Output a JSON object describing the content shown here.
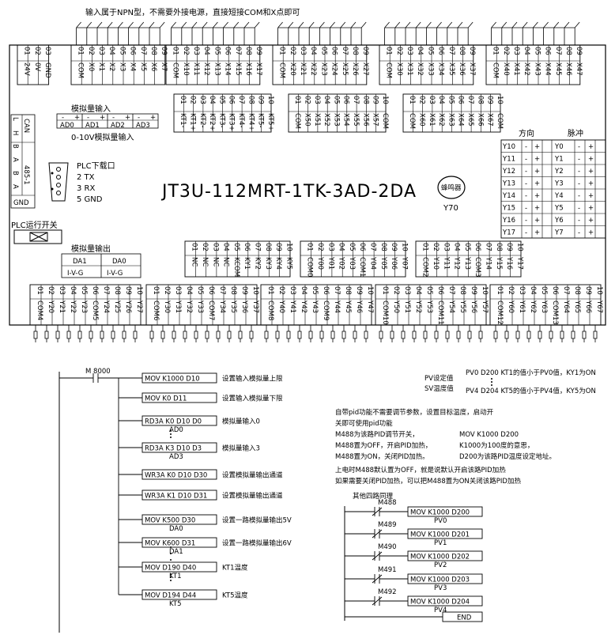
{
  "top_note": "输入属于NPN型，不需要外接电源，直接短接COM和X点即可",
  "model": "JT3U-112MRT-1TK-3AD-2DA",
  "buzzer": {
    "label": "蜂鸣器",
    "output": "Y70"
  },
  "analog_in": {
    "title": "模拟量输入",
    "caption": "0-10V模拟量输入",
    "signs": [
      "-",
      "+",
      "-",
      "+",
      "-",
      "+",
      "-",
      "+"
    ],
    "channels": [
      "AD0",
      "AD1",
      "AD2",
      "AD3"
    ]
  },
  "analog_out": {
    "title": "模拟量输出",
    "channels": [
      "DA1",
      "DA0"
    ],
    "signal": "I-V-G"
  },
  "can_block": {
    "rows": [
      [
        "L",
        "CAN"
      ],
      [
        "H",
        "CAN"
      ],
      [
        "B",
        "485-1"
      ],
      [
        "A",
        "485-1"
      ],
      [
        "B",
        "485-1"
      ],
      [
        "A",
        "485-1"
      ]
    ],
    "gnd": "GND"
  },
  "plc_download": {
    "title": "PLC下载口",
    "pins": [
      "2 TX",
      "3 RX",
      "5 GND"
    ]
  },
  "run_switch": "PLC运行开关",
  "pulse_table": {
    "header_dir": "方向",
    "header_pulse": "脉冲",
    "rows": [
      [
        "Y10",
        "-",
        "+",
        "Y0",
        "-",
        "+"
      ],
      [
        "Y11",
        "-",
        "+",
        "Y1",
        "-",
        "+"
      ],
      [
        "Y12",
        "-",
        "+",
        "Y2",
        "-",
        "+"
      ],
      [
        "Y13",
        "-",
        "+",
        "Y3",
        "-",
        "+"
      ],
      [
        "Y14",
        "-",
        "+",
        "Y4",
        "-",
        "+"
      ],
      [
        "Y15",
        "-",
        "+",
        "Y5",
        "-",
        "+"
      ],
      [
        "Y16",
        "-",
        "+",
        "Y6",
        "-",
        "+"
      ],
      [
        "Y17",
        "-",
        "+",
        "Y7",
        "-",
        "+"
      ]
    ]
  },
  "top_terminals": [
    {
      "nums": [
        "01",
        "02",
        "03"
      ],
      "labels": [
        "24V",
        "0V",
        "GND"
      ]
    },
    {
      "nums": [
        "01",
        "02",
        "03",
        "04",
        "05",
        "06",
        "07",
        "08",
        "09"
      ],
      "labels": [
        "COM",
        "X0",
        "X1",
        "X2",
        "X3",
        "X4",
        "X5",
        "X6",
        "X7"
      ]
    },
    {
      "nums": [
        "01",
        "02",
        "03",
        "04",
        "05",
        "06",
        "07",
        "08",
        "09"
      ],
      "labels": [
        "COM",
        "X10",
        "X11",
        "X12",
        "X13",
        "X14",
        "X15",
        "X16",
        "X17"
      ]
    },
    {
      "nums": [
        "01",
        "02",
        "03",
        "04",
        "05",
        "06",
        "07",
        "08",
        "09"
      ],
      "labels": [
        "COM",
        "X20",
        "X21",
        "X22",
        "X23",
        "X24",
        "X25",
        "X26",
        "X27"
      ]
    },
    {
      "nums": [
        "01",
        "02",
        "03",
        "04",
        "05",
        "06",
        "07",
        "08",
        "09"
      ],
      "labels": [
        "COM",
        "X30",
        "X31",
        "X32",
        "X33",
        "X34",
        "X35",
        "X36",
        "X37"
      ]
    },
    {
      "nums": [
        "01",
        "02",
        "03",
        "04",
        "05",
        "06",
        "07",
        "08",
        "09"
      ],
      "labels": [
        "COM",
        "X40",
        "X41",
        "X42",
        "X43",
        "X44",
        "X45",
        "X46",
        "X47"
      ]
    }
  ],
  "mid_terminals": [
    {
      "nums": [
        "01",
        "02",
        "03",
        "04",
        "05",
        "06",
        "07",
        "08",
        "09",
        "10"
      ],
      "labels": [
        "KT1-",
        "KT1+",
        "KT2-",
        "KT2+",
        "KT3-",
        "KT3+",
        "KT4-",
        "KT4+",
        "KT5-",
        "KT5+"
      ]
    },
    {
      "nums": [
        "01",
        "02",
        "03",
        "04",
        "05",
        "06",
        "07",
        "08",
        "09",
        "10"
      ],
      "labels": [
        "COM",
        "X50",
        "X51",
        "X52",
        "X53",
        "X54",
        "X55",
        "X56",
        "X57",
        "COM"
      ]
    },
    {
      "nums": [
        "01",
        "02",
        "03",
        "04",
        "05",
        "06",
        "07",
        "08",
        "09",
        "10"
      ],
      "labels": [
        "COM",
        "X60",
        "X61",
        "X62",
        "X63",
        "X64",
        "X65",
        "X66",
        "X67",
        "COM"
      ]
    }
  ],
  "upper_out_terminals": [
    {
      "nums": [
        "01",
        "02",
        "03",
        "04",
        "05",
        "06",
        "07",
        "08",
        "09",
        "10"
      ],
      "labels": [
        "NC",
        "NC",
        "NC",
        "NC",
        "KCOM",
        "KY1",
        "KY2",
        "KY3",
        "KY4",
        "KY5"
      ]
    },
    {
      "nums": [
        "01",
        "02",
        "03",
        "04",
        "05",
        "06",
        "07",
        "08",
        "09",
        "10"
      ],
      "labels": [
        "COM0",
        "Y00",
        "Y01",
        "Y02",
        "Y03",
        "COM1",
        "Y04",
        "Y05",
        "Y06",
        "Y07"
      ]
    },
    {
      "nums": [
        "01",
        "02",
        "03",
        "04",
        "05",
        "06",
        "07",
        "08",
        "09",
        "10"
      ],
      "labels": [
        "COM2",
        "Y10",
        "Y11",
        "Y12",
        "Y13",
        "COM3",
        "Y14",
        "Y15",
        "Y16",
        "Y17"
      ]
    }
  ],
  "bottom_terminals": [
    {
      "nums": [
        "01",
        "02",
        "03",
        "04",
        "05",
        "06",
        "07",
        "08",
        "09",
        "10"
      ],
      "labels": [
        "COM4",
        "Y20",
        "Y21",
        "Y22",
        "Y23",
        "COM5",
        "Y24",
        "Y25",
        "Y26",
        "Y27"
      ]
    },
    {
      "nums": [
        "01",
        "02",
        "03",
        "04",
        "05",
        "06",
        "07",
        "08",
        "09",
        "10"
      ],
      "labels": [
        "COM6",
        "Y30",
        "Y31",
        "Y32",
        "Y33",
        "COM7",
        "Y34",
        "Y35",
        "Y36",
        "Y37"
      ]
    },
    {
      "nums": [
        "01",
        "02",
        "03",
        "04",
        "05",
        "06",
        "07",
        "08",
        "09",
        "10"
      ],
      "labels": [
        "COM8",
        "Y40",
        "Y41",
        "Y42",
        "Y43",
        "COM9",
        "Y44",
        "Y45",
        "Y46",
        "Y47"
      ]
    },
    {
      "nums": [
        "01",
        "02",
        "03",
        "04",
        "05",
        "06",
        "07",
        "08",
        "09",
        "10"
      ],
      "labels": [
        "COM10",
        "Y50",
        "Y51",
        "Y52",
        "Y53",
        "COM11",
        "Y54",
        "Y55",
        "Y56",
        "Y57"
      ]
    },
    {
      "nums": [
        "01",
        "02",
        "03",
        "04",
        "05",
        "06",
        "07",
        "08",
        "09",
        "10"
      ],
      "labels": [
        "COM12",
        "Y60",
        "Y61",
        "Y62",
        "Y63",
        "COM13",
        "Y64",
        "Y65",
        "Y66",
        "Y67"
      ]
    }
  ],
  "ladder_left": {
    "contact": "M 8000",
    "rungs": [
      {
        "ins": "MOV   K1000    D10",
        "sub": "",
        "comment": "设置输入模拟量上限"
      },
      {
        "ins": "MOV   K0        D11",
        "sub": "",
        "comment": "设置输入模拟量下限"
      },
      {
        "ins": "RD3A  K0  D10  D0",
        "sub": "AD0",
        "comment": "模拟量输入0"
      },
      {
        "ins": "RD3A  K3  D10  D3",
        "sub": "AD3",
        "comment": "模拟量输入3"
      },
      {
        "ins": "WR3A  K0  D10  D30",
        "sub": "",
        "comment": "设置模拟量输出通道"
      },
      {
        "ins": "WR3A  K1  D10  D31",
        "sub": "",
        "comment": "设置模拟量输出通道"
      },
      {
        "ins": "MOV   K500      D30",
        "sub": "DA0",
        "comment": "设置一路模拟量输出5V"
      },
      {
        "ins": "MOV   K600      D31",
        "sub": "DA1",
        "comment": "设置一路模拟量输出6V"
      },
      {
        "ins": "MOV   D190     D40",
        "sub": "KT1",
        "comment": "KT1温度"
      },
      {
        "ins": "MOV   D194     D44",
        "sub": "KT5",
        "comment": "KT5温度"
      }
    ]
  },
  "legend_pv": {
    "pv_label": "PV设定值",
    "sv_label": "SV温度值",
    "line1": "PV0   D200  KT1的值小于PV0值，KY1为ON",
    "line2": "PV4   D204  KT5的值小于PV4值，KY5为ON"
  },
  "pid_notes": [
    "自带pid功能不需要调节参数，设置目标温度，启动开",
    "关即可使用pid功能",
    "M488为该路PID调节开关，",
    "M488置为OFF，开启PID加热，",
    "M488置为ON，关闭PID加热。",
    "MOV  K1000  D200",
    "K1000为100度的意思，",
    "D200为该路PID温度设定地址。",
    "上电时M488默认置为OFF，就是说默认开启该路PID加热",
    "如果需要关闭PID加热，可以把M488置为ON关闭该路PID加热"
  ],
  "ladder_right": {
    "title": "其他四路同理",
    "rungs": [
      {
        "contact": "M488",
        "ins": "MOV    K1000    D200",
        "sub": "PV0"
      },
      {
        "contact": "M489",
        "ins": "MOV    K1000    D201",
        "sub": "PV1"
      },
      {
        "contact": "M490",
        "ins": "MOV    K1000    D202",
        "sub": "PV2"
      },
      {
        "contact": "M491",
        "ins": "MOV    K1000    D203",
        "sub": "PV3"
      },
      {
        "contact": "M492",
        "ins": "MOV    K1000    D204",
        "sub": "PV4"
      }
    ],
    "end": "END"
  }
}
